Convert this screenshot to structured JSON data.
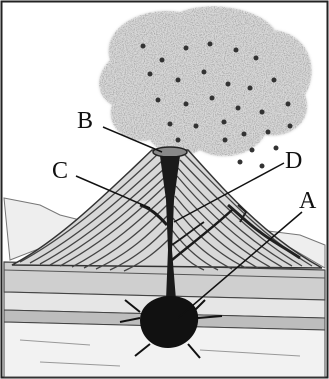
{
  "labels": {
    "a": "A",
    "b": "B",
    "c": "C",
    "d": "D"
  },
  "colors": {
    "ink": "#111111",
    "ash": "#8a8a8a",
    "paper": "#ffffff"
  }
}
